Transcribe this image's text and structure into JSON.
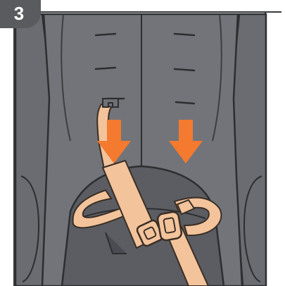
{
  "step": {
    "number": "3"
  },
  "colors": {
    "seat_fabric": "#6e7075",
    "seat_dark": "#505257",
    "seat_light": "#86888d",
    "outline": "#2d2e30",
    "strap": "#f3c39b",
    "strap_outline": "#3a2e26",
    "arrow": "#f47a2f",
    "frame": "#3a3b3d"
  },
  "illustration": {
    "subject": "stroller-seat-harness",
    "arrows": [
      "down-arrow-left",
      "down-arrow-right"
    ]
  }
}
